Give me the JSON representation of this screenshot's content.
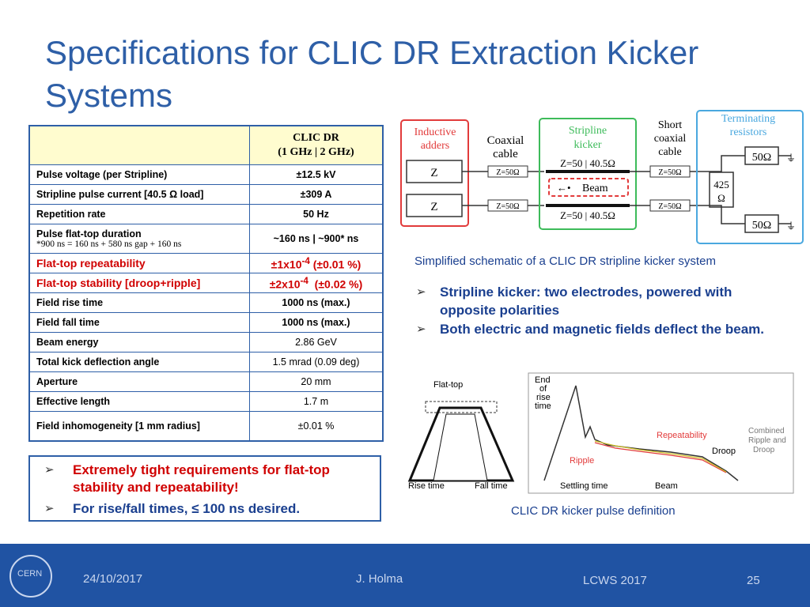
{
  "title": "Specifications for CLIC DR Extraction Kicker Systems",
  "table": {
    "header": {
      "line1": "CLIC DR",
      "line2": "(1 GHz | 2 GHz)"
    },
    "rows": [
      {
        "param": "Pulse voltage (per Stripline)",
        "value": "±12.5 kV"
      },
      {
        "param": "Stripline pulse current [40.5 Ω load]",
        "value": "±309 A"
      },
      {
        "param": "Repetition rate",
        "value": "50 Hz"
      },
      {
        "param": "Pulse flat-top duration",
        "note": "*900 ns = 160 ns + 580 ns gap + 160 ns",
        "value": "~160 ns | ~900* ns"
      },
      {
        "param": "Flat-top repeatability",
        "value_pre": "±1x10",
        "value_sup": "-4",
        "value_post": " (±0.01 %)"
      },
      {
        "param": "Flat-top stability [droop+ripple]",
        "value_pre": "±2x10",
        "value_sup": "-4",
        "value_post": "  (±0.02 %)"
      },
      {
        "param": "Field rise time",
        "value": "1000 ns (max.)"
      },
      {
        "param": "Field fall time",
        "value": "1000 ns (max.)"
      },
      {
        "param": "Beam energy",
        "value": "2.86 GeV"
      },
      {
        "param": "Total kick deflection angle",
        "value": "1.5 mrad (0.09  deg)"
      },
      {
        "param": "Aperture",
        "value": "20 mm"
      },
      {
        "param": "Effective length",
        "value": "1.7 m"
      },
      {
        "param": "Field inhomogeneity [1 mm radius]",
        "value": "±0.01 %"
      }
    ]
  },
  "requirements": [
    "Extremely tight requirements for flat-top stability and repeatability!",
    "For rise/fall times, ≤ 100 ns desired."
  ],
  "schematic": {
    "inductive_adders": "Inductive adders",
    "coaxial_cable": "Coaxial cable",
    "stripline_kicker": "Stripline kicker",
    "short_coaxial_cable": "Short coaxial cable",
    "terminating_resistors": "Terminating resistors",
    "z": "Z",
    "z50_top": "Z=50 | 40.5Ω",
    "z50_bottom": "Z=50 | 40.5Ω",
    "z_coax": "Z=50Ω",
    "beam": "Beam",
    "r50": "50Ω",
    "r425": "425",
    "r425_unit": "Ω"
  },
  "schematic_caption": "Simplified schematic of a CLIC DR stripline kicker system",
  "bullets": [
    "Stripline kicker: two electrodes, powered with opposite polarities",
    "Both electric and magnetic fields deflect the beam."
  ],
  "pulse": {
    "flat_top": "Flat-top",
    "rise_time": "Rise time",
    "fall_time": "Fall time",
    "end_of_rise_time": "End of rise time",
    "repeatability": "Repeatability",
    "ripple": "Ripple",
    "droop": "Droop",
    "combined": "Combined Ripple and Droop",
    "settling_time": "Settling time",
    "beam": "Beam"
  },
  "pulse_caption": "CLIC DR kicker pulse definition",
  "footer": {
    "logo": "CERN",
    "date": "24/10/2017",
    "author": "J. Holma",
    "event": "LCWS 2017",
    "page": "25"
  },
  "colors": {
    "title": "#2e5fa7",
    "footer": "#2053a3",
    "red": "#d00000",
    "header_fill": "#fffccf"
  }
}
